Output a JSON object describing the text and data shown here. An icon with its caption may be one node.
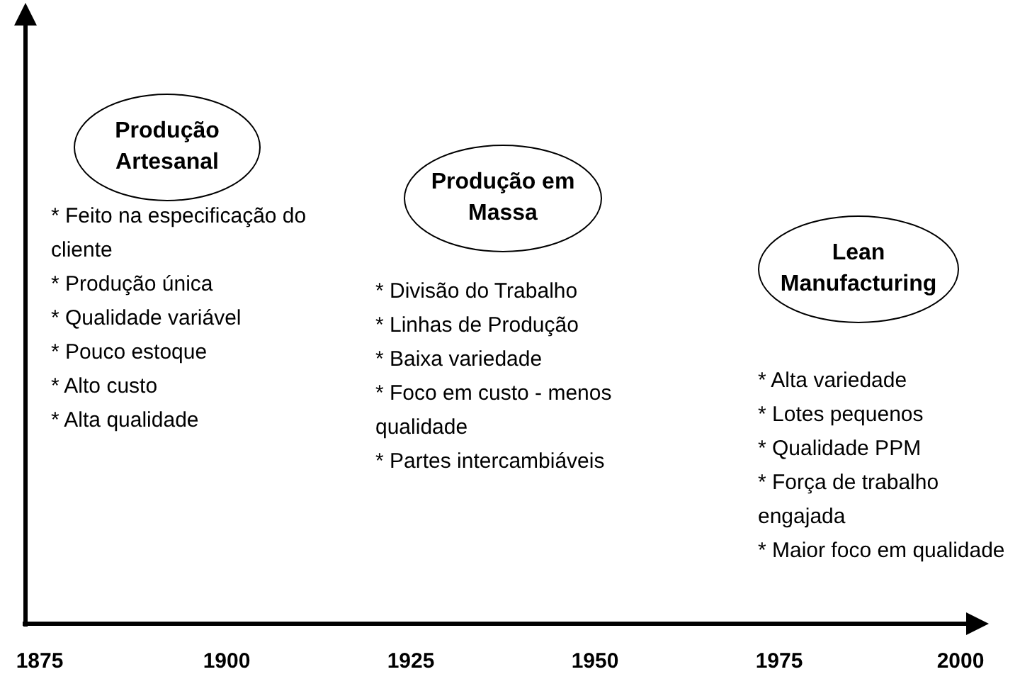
{
  "diagram": {
    "nodes": [
      {
        "text": [
          "Produção Artesanal"
        ],
        "beside": [
          "* Feito na especificação do cliente",
          "* Produção única",
          "* Qualidade variável",
          "* Pouco estoque",
          "* Alto custo",
          "* Alta qualidade"
        ]
      },
      {
        "text": [
          "Produção em Massa"
        ],
        "beside": [
          "* Divisão do Trabalho",
          "* Linhas de Produção",
          "* Baixa variedade",
          "* Foco em custo - menos qualidade",
          "* Partes intercambiáveis"
        ]
      },
      {
        "text": [
          "Lean Manufacturing"
        ],
        "beside": [
          "* Alta variedade",
          "* Lotes pequenos",
          "* Qualidade PPM",
          "* Força de trabalho engajada",
          "* Maior foco em qualidade"
        ]
      }
    ],
    "labels": [
      "1875",
      "1900",
      "1925",
      "1950",
      "1975",
      "2000"
    ]
  }
}
